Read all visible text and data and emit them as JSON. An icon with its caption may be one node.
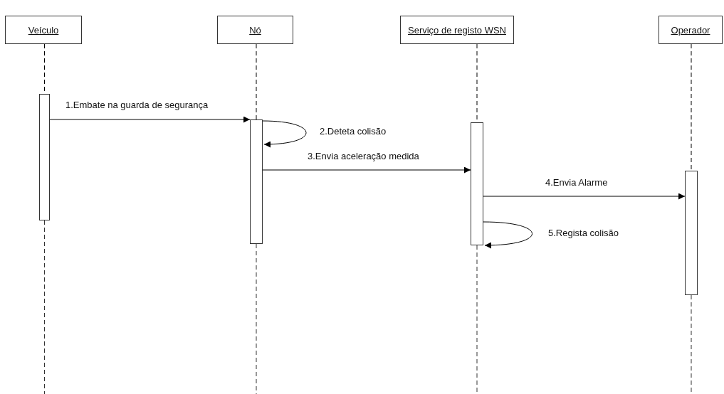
{
  "diagram": {
    "nodes": [
      {
        "text": [
          "Veículo"
        ]
      },
      {
        "text": [
          "Nó"
        ]
      },
      {
        "text": [
          "Serviço de registo WSN"
        ]
      },
      {
        "text": [
          "Operador"
        ]
      },
      {
        "text": [],
        "shape": "bar"
      },
      {
        "text": [],
        "shape": "bar"
      },
      {
        "text": [],
        "shape": "bar"
      },
      {
        "text": [],
        "shape": "bar"
      }
    ],
    "edges": [
      {
        "from": 0,
        "to": 4,
        "arrow": "none",
        "style": "dashed"
      },
      {
        "from": 1,
        "to": 5,
        "arrow": "none",
        "style": "dashed"
      },
      {
        "from": 2,
        "to": 6,
        "arrow": "none",
        "style": "dashed"
      },
      {
        "from": 3,
        "to": 7,
        "arrow": "none",
        "style": "dashed"
      },
      {
        "from": 4,
        "to": 5,
        "arrow": "to",
        "label": "1.Embate na guarda de segurança"
      },
      {
        "from": 5,
        "to": 5,
        "arrow": "to",
        "label": "2.Deteta colisão"
      },
      {
        "from": 5,
        "to": 6,
        "arrow": "to",
        "label": "3.Envia aceleração medida"
      },
      {
        "from": 6,
        "to": 7,
        "arrow": "to",
        "label": "4.Envia Alarme"
      },
      {
        "from": 6,
        "to": 6,
        "arrow": "to",
        "label": "5.Regista colisão"
      }
    ]
  }
}
